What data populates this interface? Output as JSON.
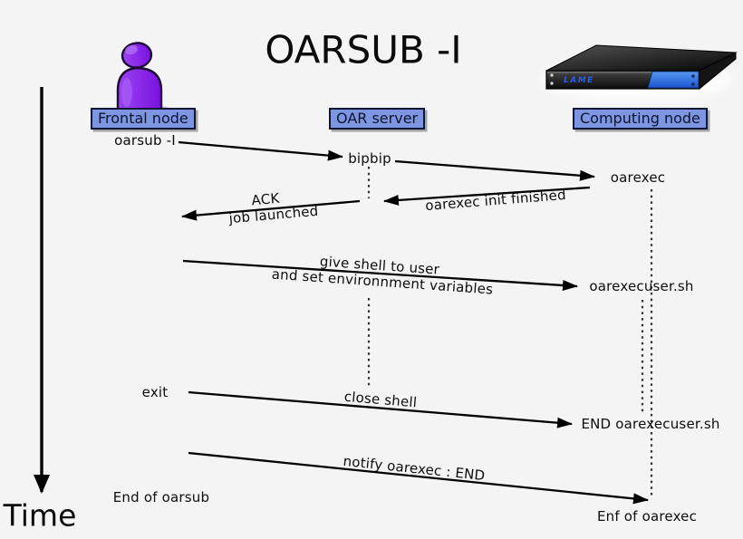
{
  "title": "OARSUB -I",
  "time_axis": {
    "label": "Time"
  },
  "nodes": {
    "frontal": "Frontal node",
    "server": "OAR server",
    "computing": "Computing node",
    "server_brand": "LAME"
  },
  "labels": {
    "oarsub": "oarsub -I",
    "bipbip": "bipbip",
    "oarexec": "oarexec",
    "ack": "ACK",
    "job_launched": "job launched",
    "init_finished": "oarexec init finished",
    "give_shell": "give shell to user",
    "set_env": "and set environnment variables",
    "oarexecuser": "oarexecuser.sh",
    "exit": "exit",
    "close_shell": "close shell",
    "end_oarexecuser": "END oarexecuser.sh",
    "notify_end": "notify oarexec : END",
    "end_of_oarsub": "End of oarsub",
    "enf_of_oarexec": "Enf of oarexec"
  },
  "colors": {
    "background": "#f4f4f4",
    "node_box_fill": "#7e96e2",
    "node_box_border": "#0e1733",
    "node_box_text": "#0c1430",
    "user_purple": "#8414ee",
    "user_purple_light": "#a85cf5",
    "server_blue": "#2e77e8",
    "server_dark": "#141414",
    "arrow_black": "#000000",
    "lifeline_gray": "#333333"
  }
}
